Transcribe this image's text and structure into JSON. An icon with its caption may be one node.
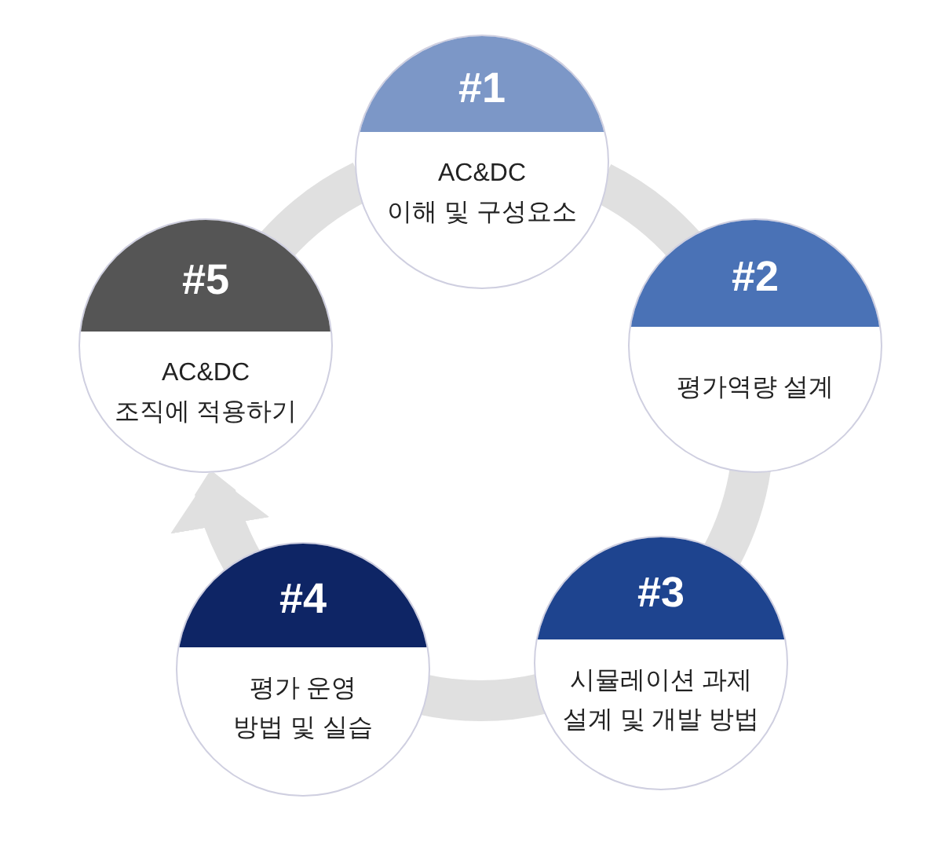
{
  "diagram": {
    "nodes": [
      {
        "text": [
          "#1",
          "AC&DC 이해 및 구성요소"
        ]
      },
      {
        "text": [
          "#2",
          "평가역량 설계"
        ]
      },
      {
        "text": [
          "#3",
          "시뮬레이션 과제 설계 및 개발 방법"
        ]
      },
      {
        "text": [
          "#4",
          "평가 운영 방법 및 실습"
        ]
      },
      {
        "text": [
          "#5",
          "AC&DC 조직에 적용하기"
        ]
      }
    ],
    "edges": [
      {
        "from": 0,
        "to": 1,
        "arrow": "none"
      },
      {
        "from": 1,
        "to": 2,
        "arrow": "none"
      },
      {
        "from": 2,
        "to": 3,
        "arrow": "none"
      },
      {
        "from": 3,
        "to": 4,
        "arrow": "to"
      },
      {
        "from": 4,
        "to": 0,
        "arrow": "none"
      }
    ]
  }
}
